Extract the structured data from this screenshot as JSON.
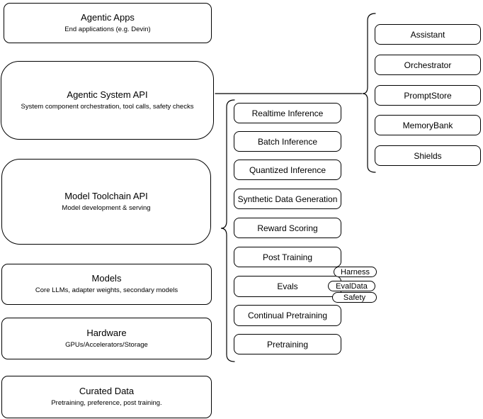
{
  "diagram": {
    "left_layers": [
      {
        "title": "Agentic Apps",
        "subtitle": "End applications (e.g. Devin)"
      },
      {
        "title": "Agentic System API",
        "subtitle": "System component orchestration, tool calls, safety checks"
      },
      {
        "title": "Model Toolchain API",
        "subtitle": "Model development & serving"
      },
      {
        "title": "Models",
        "subtitle": "Core LLMs, adapter weights, secondary models"
      },
      {
        "title": "Hardware",
        "subtitle": "GPUs/Accelerators/Storage"
      },
      {
        "title": "Curated Data",
        "subtitle": "Pretraining, preference, post training."
      }
    ],
    "toolchain_items": [
      "Realtime Inference",
      "Batch Inference",
      "Quantized Inference",
      "Synthetic Data Generation",
      "Reward Scoring",
      "Post Training",
      "Evals",
      "Continual Pretraining",
      "Pretraining"
    ],
    "eval_pills": [
      "Harness",
      "EvalData",
      "Safety"
    ],
    "system_components": [
      "Assistant",
      "Orchestrator",
      "PromptStore",
      "MemoryBank",
      "Shields"
    ],
    "colors": {
      "stroke": "#000000",
      "fill": "#ffffff",
      "background": "#ffffff"
    }
  }
}
